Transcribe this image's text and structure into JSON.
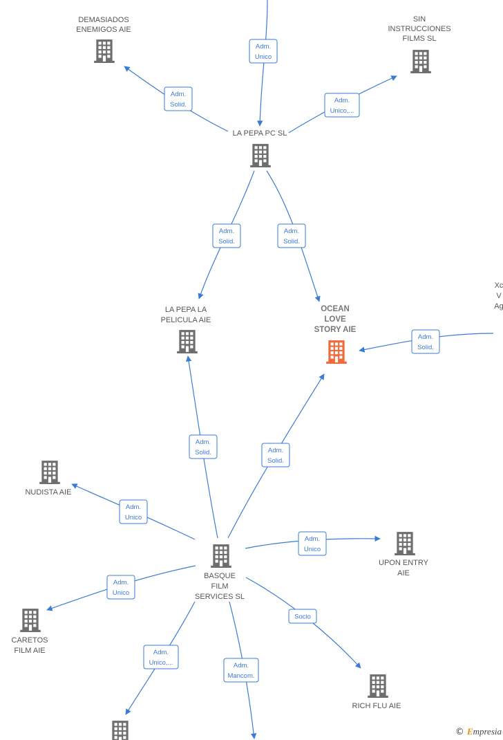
{
  "colors": {
    "edge": "#3a7bd5",
    "node": "#6e6e6e",
    "focus_node": "#f26a3a"
  },
  "nodes": [
    {
      "id": "demasiados",
      "lines": [
        "DEMASIADOS",
        "ENEMIGOS  AIE"
      ],
      "icon": "building-icon"
    },
    {
      "id": "sin",
      "lines": [
        "SIN",
        "INSTRUCCIONES",
        "FILMS  SL"
      ],
      "icon": "building-icon"
    },
    {
      "id": "lapepapc",
      "lines": [
        "LA PEPA PC  SL"
      ],
      "icon": "building-icon"
    },
    {
      "id": "lapepapelicula",
      "lines": [
        "LA PEPA LA",
        "PELICULA AIE"
      ],
      "icon": "building-icon"
    },
    {
      "id": "ocean",
      "lines": [
        "OCEAN",
        "LOVE",
        "STORY  AIE"
      ],
      "icon": "building-icon",
      "focus": true
    },
    {
      "id": "xc",
      "lines": [
        "Xc",
        "V",
        "Ag"
      ],
      "icon": "none"
    },
    {
      "id": "nudista",
      "lines": [
        "NUDISTA  AIE"
      ],
      "icon": "building-icon"
    },
    {
      "id": "basque",
      "lines": [
        "BASQUE",
        "FILM",
        "SERVICES  SL"
      ],
      "icon": "building-icon"
    },
    {
      "id": "upon",
      "lines": [
        "UPON ENTRY",
        "AIE"
      ],
      "icon": "building-icon"
    },
    {
      "id": "caretos",
      "lines": [
        "CARETOS",
        "FILM  AIE"
      ],
      "icon": "building-icon"
    },
    {
      "id": "richflu",
      "lines": [
        "RICH FLU  AIE"
      ],
      "icon": "building-icon"
    },
    {
      "id": "bottom",
      "lines": [],
      "icon": "building-icon"
    }
  ],
  "edges": [
    {
      "id": "top-to-lapepapc",
      "label": [
        "Adm.",
        "Unico"
      ]
    },
    {
      "id": "lapepapc-to-demasiados",
      "label": [
        "Adm.",
        "Solid."
      ]
    },
    {
      "id": "lapepapc-to-sin",
      "label": [
        "Adm.",
        "Unico,..."
      ]
    },
    {
      "id": "lapepapc-to-lapepapelicula",
      "label": [
        "Adm.",
        "Solid."
      ]
    },
    {
      "id": "lapepapc-to-ocean",
      "label": [
        "Adm.",
        "Solid."
      ]
    },
    {
      "id": "xc-to-ocean",
      "label": [
        "Adm.",
        "Solid."
      ]
    },
    {
      "id": "basque-to-lapepapelicula",
      "label": [
        "Adm.",
        "Solid."
      ]
    },
    {
      "id": "basque-to-ocean",
      "label": [
        "Adm.",
        "Solid."
      ]
    },
    {
      "id": "basque-to-nudista",
      "label": [
        "Adm.",
        "Unico"
      ]
    },
    {
      "id": "basque-to-upon",
      "label": [
        "Adm.",
        "Unico"
      ]
    },
    {
      "id": "basque-to-caretos",
      "label": [
        "Adm.",
        "Unico"
      ]
    },
    {
      "id": "basque-to-richflu",
      "label": [
        "Socio"
      ]
    },
    {
      "id": "basque-to-bottom",
      "label": [
        "Adm.",
        "Unico,..."
      ]
    },
    {
      "id": "basque-to-bottom2",
      "label": [
        "Adm.",
        "Mancom."
      ]
    }
  ],
  "brand": {
    "copyright": "©",
    "initial": "E",
    "rest": "mpresia"
  }
}
